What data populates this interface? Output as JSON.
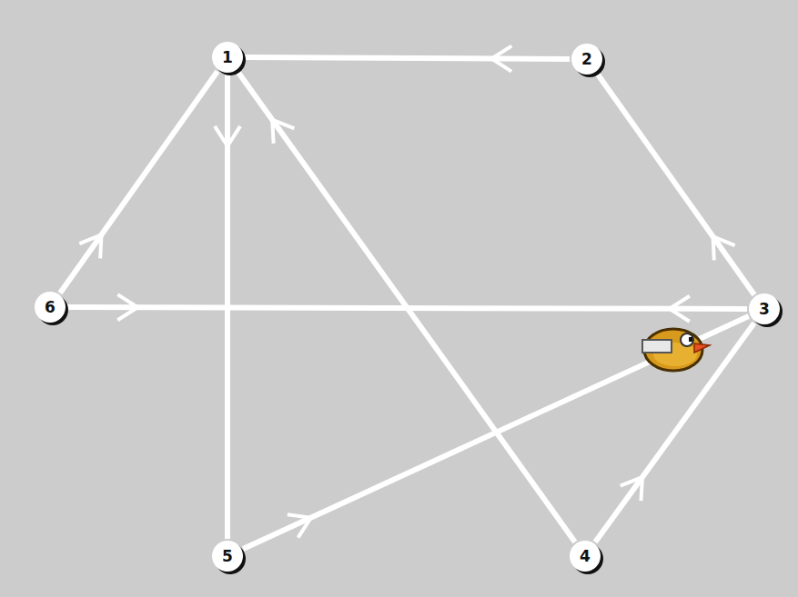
{
  "diagram": {
    "nodes": [
      {
        "text": [
          "1"
        ]
      },
      {
        "text": [
          "2"
        ]
      },
      {
        "text": [
          "3"
        ]
      },
      {
        "text": [
          "4"
        ]
      },
      {
        "text": [
          "5"
        ]
      },
      {
        "text": [
          "6"
        ]
      }
    ],
    "edges": [
      {
        "from": 1,
        "to": 0,
        "arrow": "to"
      },
      {
        "from": 0,
        "to": 4,
        "arrow": "to"
      },
      {
        "from": 3,
        "to": 0,
        "arrow": "to"
      },
      {
        "from": 5,
        "to": 0,
        "arrow": "to"
      },
      {
        "from": 5,
        "to": 2,
        "arrow": "both"
      },
      {
        "from": 2,
        "to": 1,
        "arrow": "to"
      },
      {
        "from": 3,
        "to": 2,
        "arrow": "to"
      },
      {
        "from": 4,
        "to": 2,
        "arrow": "to"
      }
    ]
  }
}
